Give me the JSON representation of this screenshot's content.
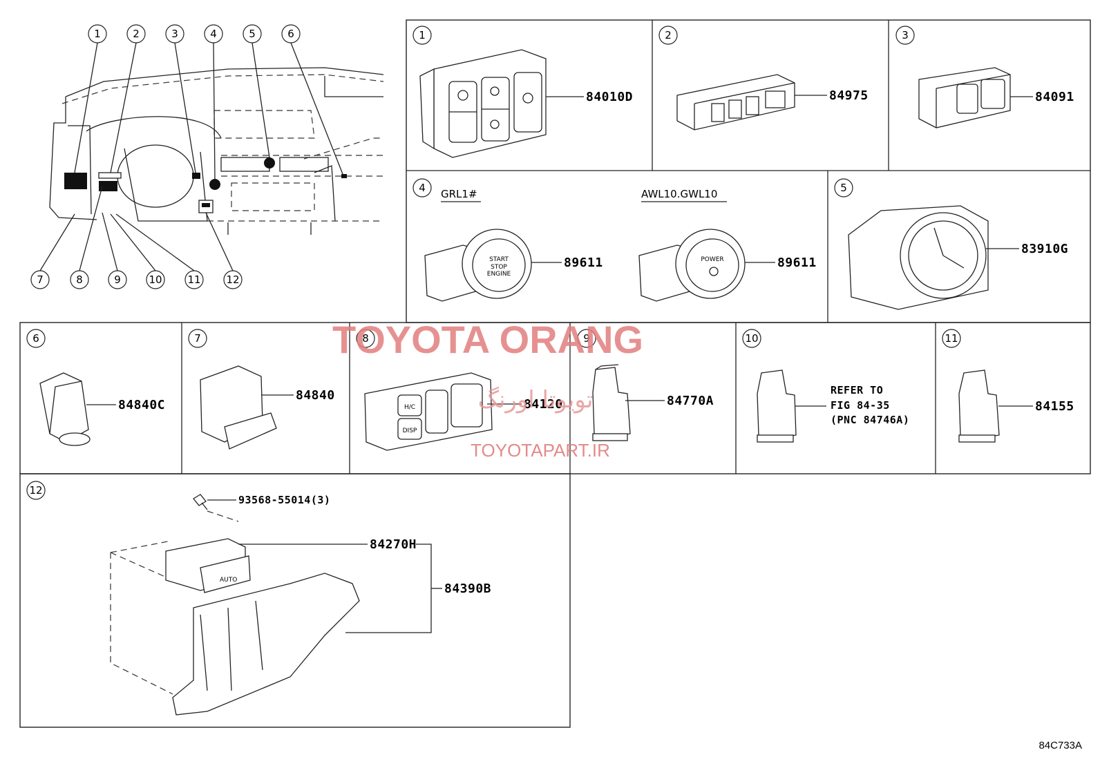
{
  "callouts": [
    "1",
    "2",
    "3",
    "4",
    "5",
    "6",
    "7",
    "8",
    "9",
    "10",
    "11",
    "12"
  ],
  "panels": {
    "p1": {
      "num": "1",
      "part": "84010D"
    },
    "p2": {
      "num": "2",
      "part": "84975"
    },
    "p3": {
      "num": "3",
      "part": "84091"
    },
    "p4": {
      "num": "4",
      "variant_a": "GRL1#",
      "part_a": "89611",
      "variant_b": "AWL10.GWL10",
      "part_b": "89611",
      "btn_a": [
        "START",
        "STOP",
        "ENGINE"
      ],
      "btn_b": "POWER"
    },
    "p5": {
      "num": "5",
      "part": "83910G"
    },
    "p6": {
      "num": "6",
      "part": "84840C"
    },
    "p7": {
      "num": "7",
      "part": "84840"
    },
    "p8": {
      "num": "8",
      "part": "84120",
      "btn_a": "H/C",
      "btn_b": "DISP"
    },
    "p9": {
      "num": "9",
      "part": "84770A"
    },
    "p10": {
      "num": "10",
      "refer": [
        "REFER TO",
        "FIG 84-35",
        "(PNC 84746A)"
      ]
    },
    "p11": {
      "num": "11",
      "part": "84155"
    },
    "p12": {
      "num": "12",
      "screw": "93568-55014(3)",
      "switch": "84270H",
      "assy": "84390B",
      "btn": "AUTO"
    }
  },
  "watermark": {
    "brand": "TOYOTA ORANG",
    "persian": "تویوتا اورنگ",
    "url": "TOYOTAPART.IR"
  },
  "figure_code": "84C733A"
}
